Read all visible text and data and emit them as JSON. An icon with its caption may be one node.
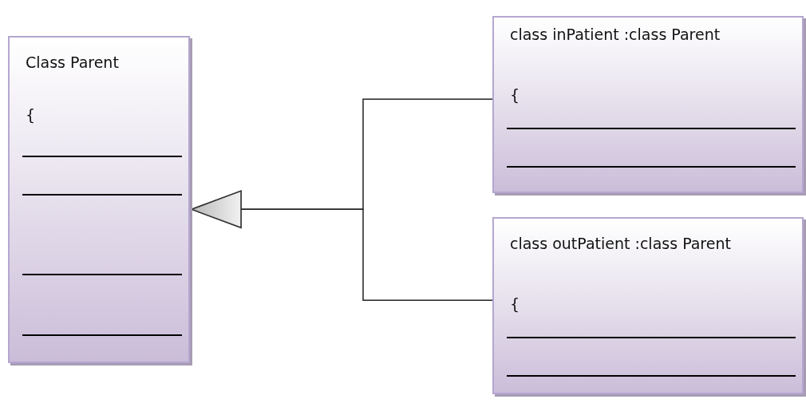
{
  "diagram": {
    "nodes": [
      {
        "text": [
          "Class Parent",
          "{"
        ]
      },
      {
        "text": [
          "class inPatient :class Parent",
          "{"
        ]
      },
      {
        "text": [
          "class outPatient :class Parent",
          "{"
        ]
      }
    ],
    "edges": [
      {
        "from": 1,
        "to": 0,
        "arrow": "to"
      },
      {
        "from": 2,
        "to": 0,
        "arrow": "to"
      }
    ]
  }
}
